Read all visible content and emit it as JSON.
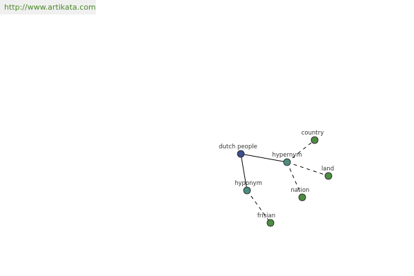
{
  "banner": {
    "url": "http://www.artikata.com"
  },
  "colors": {
    "root_node": "#3f4e8c",
    "relation_node": "#4f8c7f",
    "term_node": "#4e8c44",
    "edge": "#000000"
  },
  "graph": {
    "nodes": [
      {
        "id": "dutch_people",
        "label": "dutch people",
        "role": "root"
      },
      {
        "id": "hypernym",
        "label": "hypernym",
        "role": "relation"
      },
      {
        "id": "hyponym",
        "label": "hyponym",
        "role": "relation"
      },
      {
        "id": "country",
        "label": "country",
        "role": "term"
      },
      {
        "id": "land",
        "label": "land",
        "role": "term"
      },
      {
        "id": "nation",
        "label": "nation",
        "role": "term"
      },
      {
        "id": "frisian",
        "label": "frisian",
        "role": "term"
      }
    ],
    "edges": [
      {
        "from": "dutch_people",
        "to": "hypernym",
        "style": "solid"
      },
      {
        "from": "dutch_people",
        "to": "hyponym",
        "style": "solid"
      },
      {
        "from": "hypernym",
        "to": "country",
        "style": "dashed"
      },
      {
        "from": "hypernym",
        "to": "land",
        "style": "dashed"
      },
      {
        "from": "hypernym",
        "to": "nation",
        "style": "dashed"
      },
      {
        "from": "hyponym",
        "to": "frisian",
        "style": "dashed"
      }
    ]
  }
}
